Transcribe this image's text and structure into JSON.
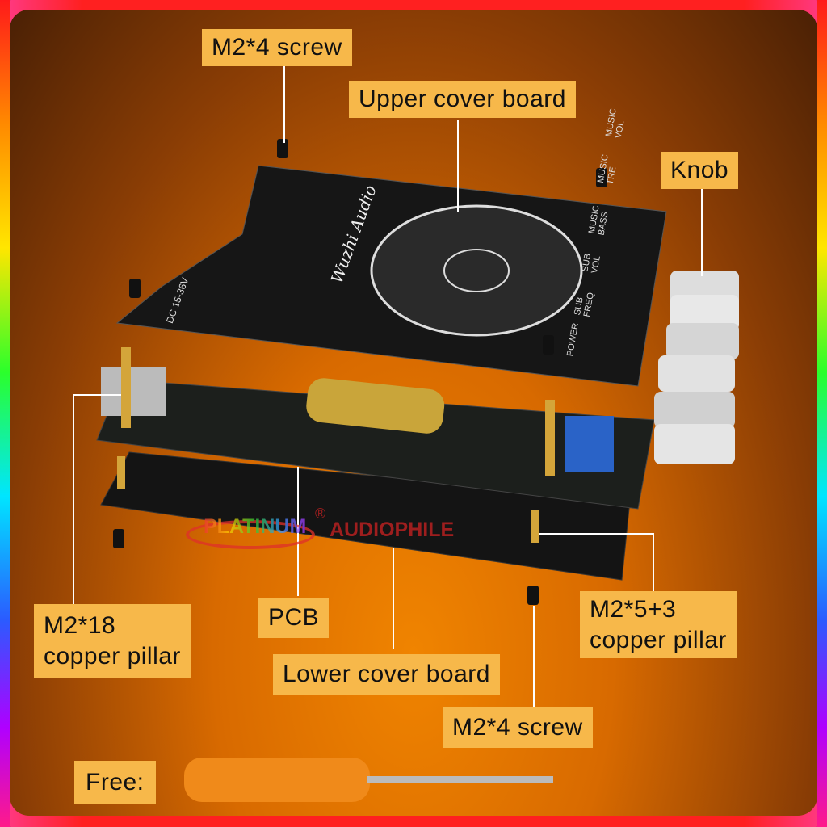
{
  "labels": {
    "screw_top": "M2*4 screw",
    "upper_cover": "Upper cover board",
    "knob": "Knob",
    "pillar_18_l1": "M2*18",
    "pillar_18_l2": "copper pillar",
    "pcb": "PCB",
    "lower_cover": "Lower cover board",
    "pillar_53_l1": "M2*5+3",
    "pillar_53_l2": "copper pillar",
    "screw_bottom": "M2*4 screw",
    "free": "Free:"
  },
  "board_text": {
    "brand": "Wuzhi Audio",
    "power": "DC 15-36V",
    "controls": [
      "POWER",
      "SUB FREQ",
      "SUB VOL",
      "MUSIC BASS",
      "MUSIC TRE",
      "MUSIC VOL"
    ]
  },
  "watermark": {
    "part1": "PLATINUM",
    "registered": "®",
    "part2": "AUDIOPHILE"
  }
}
